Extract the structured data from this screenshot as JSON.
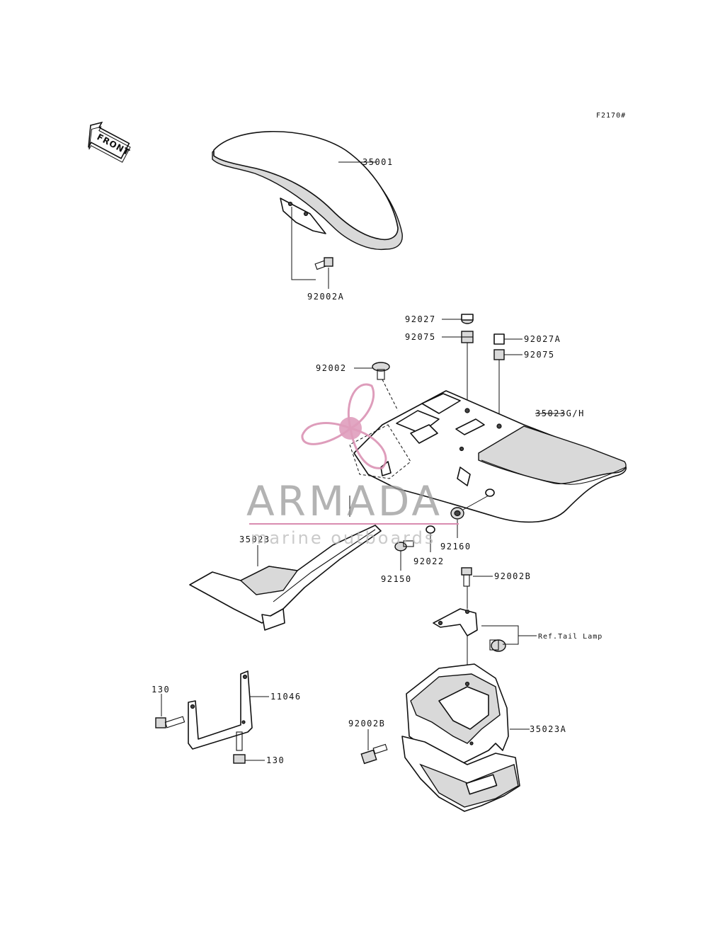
{
  "figure_code": "F2170#",
  "front_label": "FRONT",
  "part_numbers": {
    "front_fender": "35001",
    "bolt_front_fender": "92002A",
    "damper_top": "92027",
    "collar_top": "92075",
    "damper_right": "92027A",
    "collar_right": "92075",
    "bolt_upper": "92002",
    "rear_fender": "35023G/H",
    "flap": "35023",
    "rear_flap_lower": "35023A",
    "grommet": "92160",
    "washer": "92022",
    "bolt_short": "92150",
    "bolt_bracket": "92002B",
    "bolt_lower": "92002B",
    "bracket": "11046",
    "bolt_130_left": "130",
    "bolt_130_bottom": "130"
  },
  "reference_note": "Ref.Tail Lamp",
  "watermark": {
    "brand": "ARMADA",
    "tagline": "marine outboards",
    "accent_color": "#d98cb0"
  }
}
